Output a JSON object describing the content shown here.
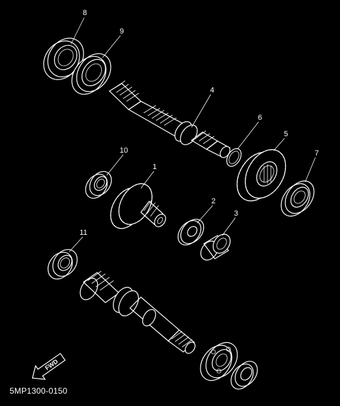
{
  "diagram": {
    "reference_code": "5MP1300-0150",
    "fwd_arrow_text": "FWD",
    "part_labels": {
      "p1": "1",
      "p2": "2",
      "p3": "3",
      "p4": "4",
      "p5": "5",
      "p6": "6",
      "p7": "7",
      "p8": "8",
      "p9": "9",
      "p10": "10",
      "p11": "11"
    }
  },
  "colors": {
    "background": "#000000",
    "line": "#ffffff"
  }
}
